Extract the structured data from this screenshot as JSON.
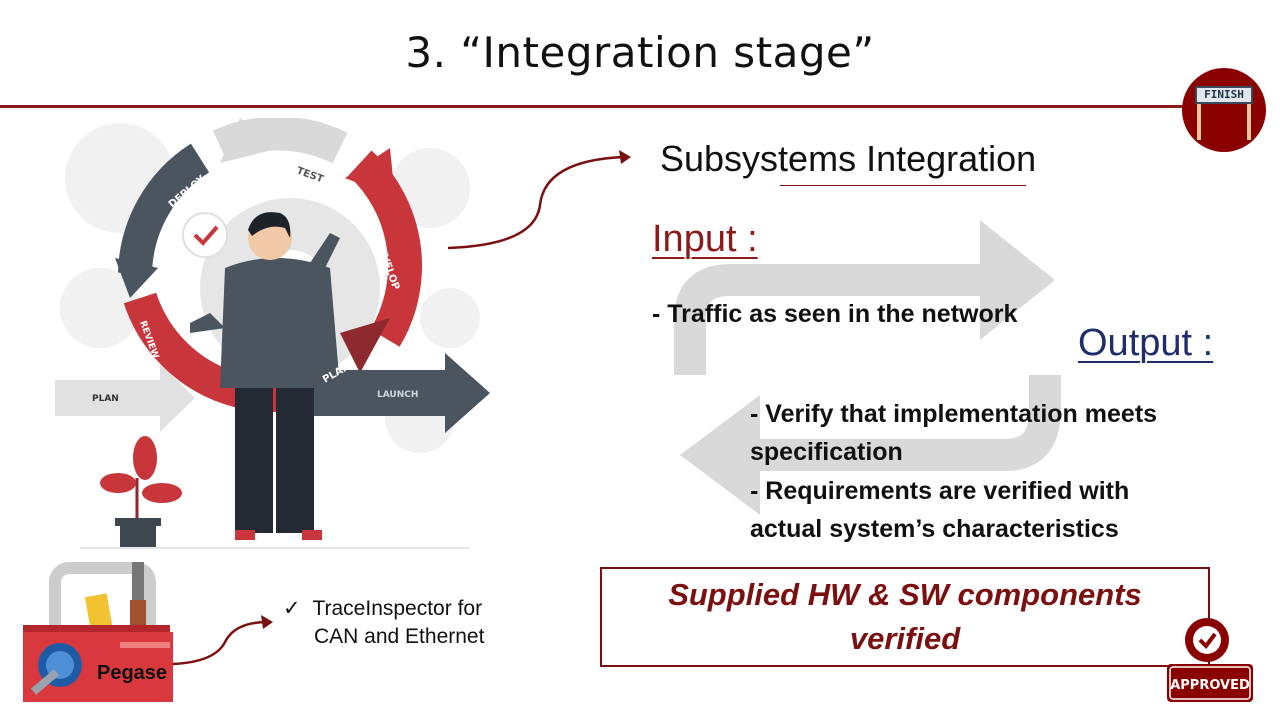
{
  "slide": {
    "title": "3. “Integration stage”",
    "finish_badge": "FINISH",
    "heading": "Subsystems Integration",
    "input_label": "Input :",
    "input_item": "- Traffic as seen in the network",
    "output_label": "Output :",
    "output_items": [
      "- Verify that implementation meets\nspecification",
      "- Requirements are verified with\nactual system’s characteristics"
    ],
    "result": "Supplied HW & SW components\nverified",
    "approved_stamp": "APPROVED",
    "tool": {
      "check": "✓",
      "line1": "TraceInspector for",
      "line2": "CAN and Ethernet",
      "label": "Pegase"
    },
    "cycle_labels": {
      "test": "TEST",
      "deploy": "DEPLOY",
      "develop": "DEVELOP",
      "review": "REVIEW",
      "plan_inner": "PLAN",
      "plan_left": "PLAN",
      "launch": "LAUNCH"
    },
    "colors": {
      "accent_red": "#8b1a1a",
      "output_blue": "#1f2e6b",
      "cycle_red": "#c8363c",
      "cycle_dark": "#4a5560",
      "cycle_gray": "#d9d9d9"
    }
  }
}
